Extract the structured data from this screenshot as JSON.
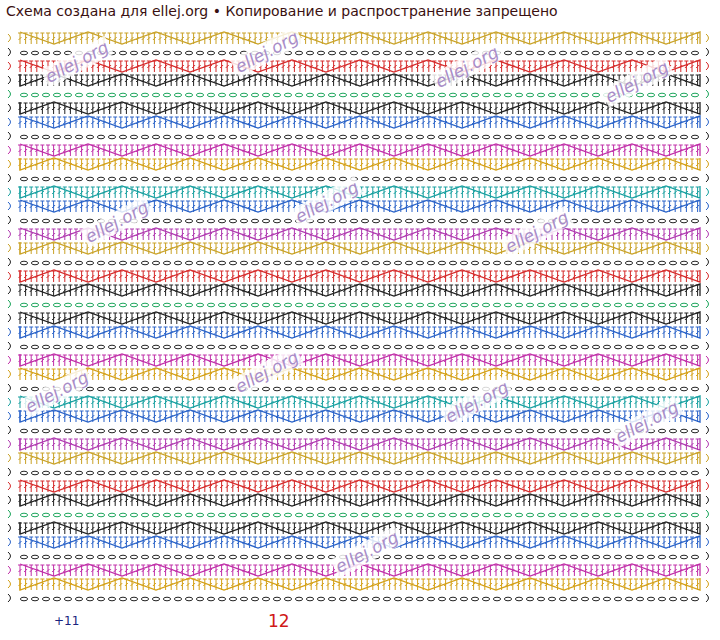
{
  "diagram": {
    "title": "Схема создана для ellej.org • Копирование и распространение запрещено",
    "labels": [
      "+11",
      "12",
      "ellej.org",
      "ellej.org",
      "ellej.org",
      "ellej.org",
      "ellej.org",
      "ellej.org",
      "ellej.org",
      "ellej.org",
      "ellej.org",
      "ellej.org",
      "ellej.org",
      "ellej.org"
    ]
  }
}
